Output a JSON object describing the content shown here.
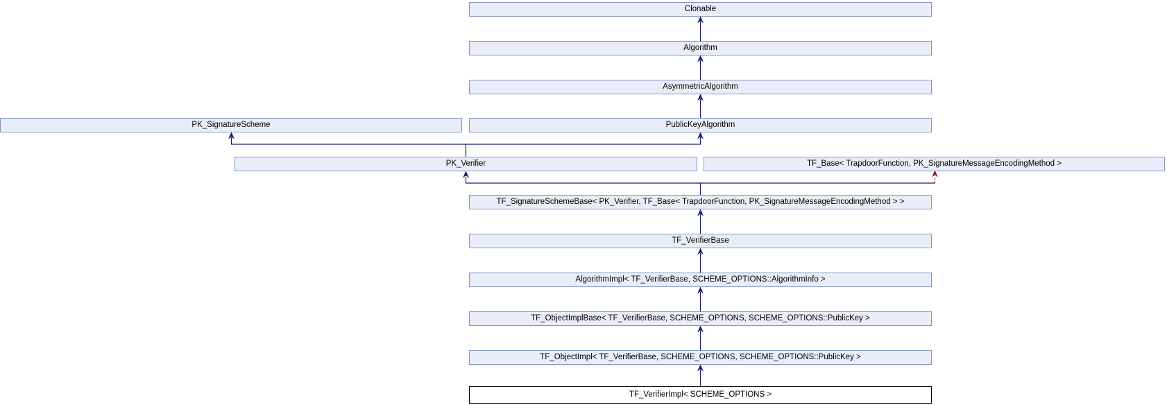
{
  "diagram": {
    "type": "class-inheritance-graph",
    "nodes": [
      {
        "label": "Clonable",
        "role": "base"
      },
      {
        "label": "Algorithm",
        "role": "base"
      },
      {
        "label": "AsymmetricAlgorithm",
        "role": "base"
      },
      {
        "label": "PK_SignatureScheme",
        "role": "base"
      },
      {
        "label": "PublicKeyAlgorithm",
        "role": "base"
      },
      {
        "label": "PK_Verifier",
        "role": "base"
      },
      {
        "label": "TF_Base< TrapdoorFunction, PK_SignatureMessageEncodingMethod >",
        "role": "base"
      },
      {
        "label": "TF_SignatureSchemeBase< PK_Verifier, TF_Base< TrapdoorFunction, PK_SignatureMessageEncodingMethod > >",
        "role": "base"
      },
      {
        "label": "TF_VerifierBase",
        "role": "base"
      },
      {
        "label": "AlgorithmImpl< TF_VerifierBase, SCHEME_OPTIONS::AlgorithmInfo >",
        "role": "base"
      },
      {
        "label": "TF_ObjectImplBase< TF_VerifierBase, SCHEME_OPTIONS, SCHEME_OPTIONS::PublicKey >",
        "role": "base"
      },
      {
        "label": "TF_ObjectImpl< TF_VerifierBase, SCHEME_OPTIONS, SCHEME_OPTIONS::PublicKey >",
        "role": "base"
      },
      {
        "label": "TF_VerifierImpl< SCHEME_OPTIONS >",
        "role": "current"
      }
    ]
  },
  "colors": {
    "background": "#ffffff",
    "node_fill": "#e8edf7",
    "node_border": "#8294c4",
    "inheritance_arrow": "#191970",
    "template_arrow": "#8b1a1a",
    "current_node_border": "#000000",
    "current_node_fill": "#ffffff",
    "text_color": "#000000"
  }
}
